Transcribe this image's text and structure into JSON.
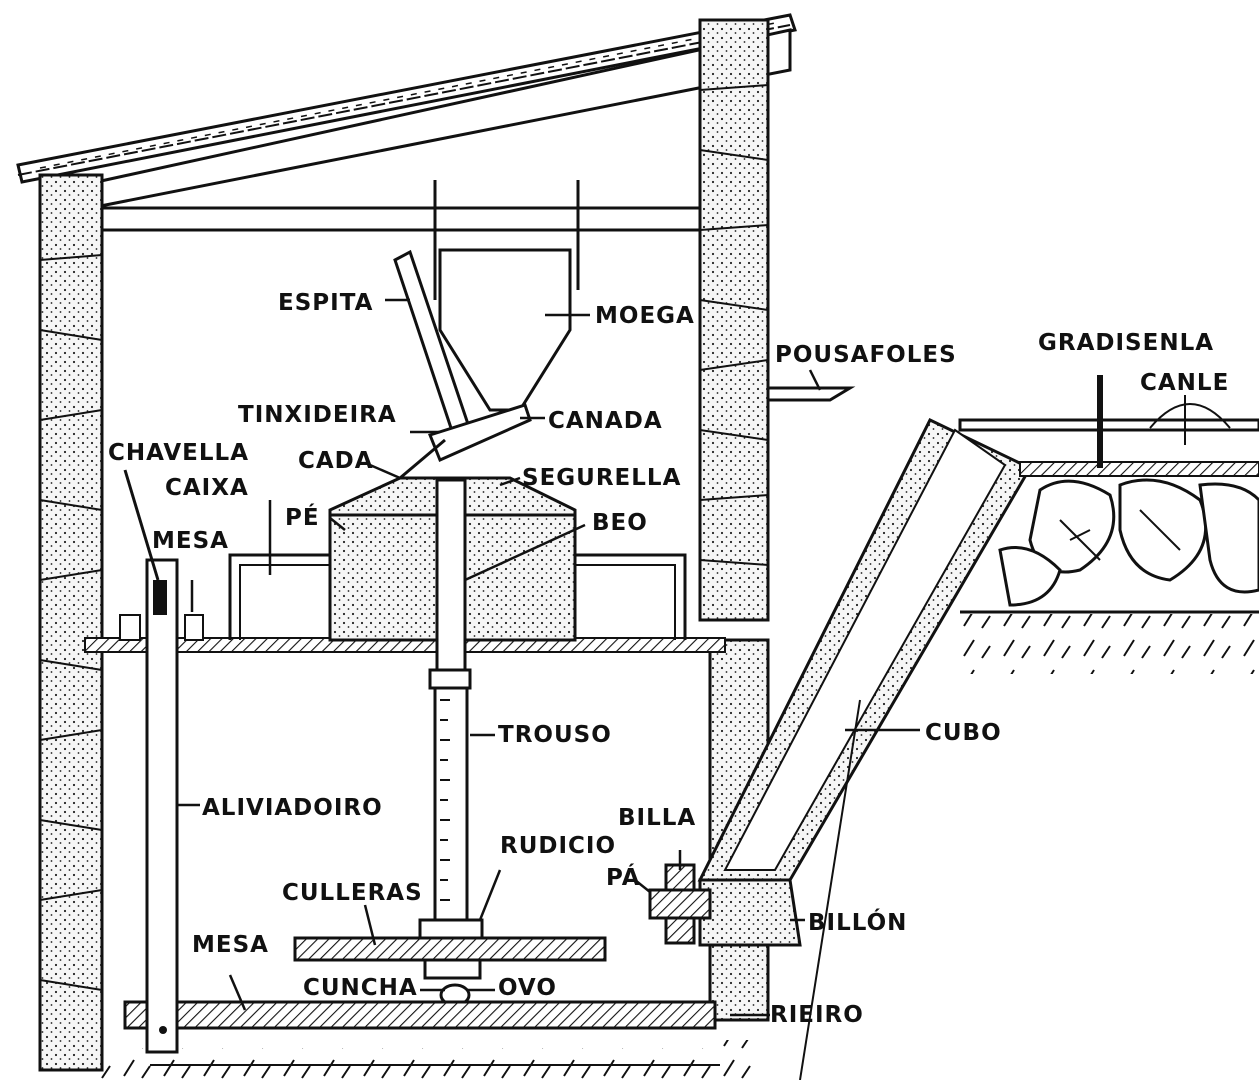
{
  "diagram": {
    "colors": {
      "ink": "#111111",
      "paper": "#ffffff",
      "stone": "#f4f4f4"
    },
    "labels": {
      "espita": "ESPITA",
      "moega": "MOEGA",
      "pousafoles": "POUSAFOLES",
      "gradisenla": "GRADISENLA",
      "canle": "CANLE",
      "tinxideira": "TINXIDEIRA",
      "canada": "CANADA",
      "chavella": "CHAVELLA",
      "caixa": "CAIXA",
      "cada": "CADA",
      "segurella": "SEGURELLA",
      "pe": "PÉ",
      "beo": "BEO",
      "mesa_top": "MESA",
      "trouso": "TROUSO",
      "cubo": "CUBO",
      "aliviadoiro": "ALIVIADOIRO",
      "billa": "BILLA",
      "rudicio": "RUDICIO",
      "pa": "PÁ",
      "culleras": "CULLERAS",
      "billon": "BILLÓN",
      "mesa_bottom": "MESA",
      "cuncha": "CUNCHA",
      "ovo": "OVO",
      "rieiro": "RIEIRO"
    }
  }
}
